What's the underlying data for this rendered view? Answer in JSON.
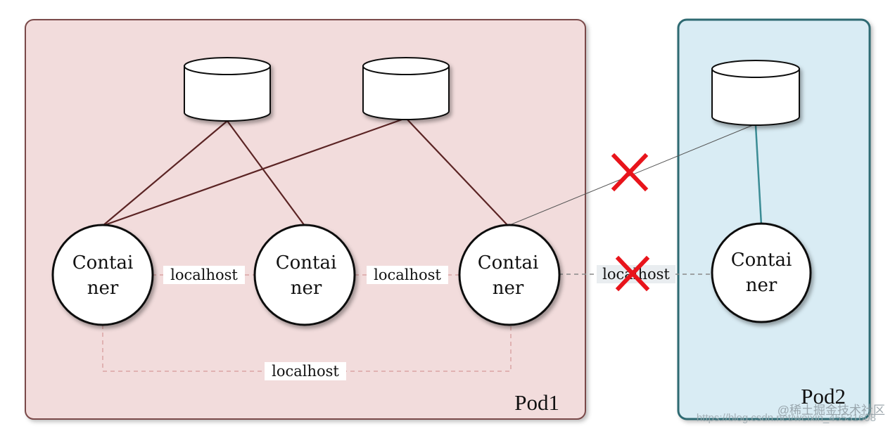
{
  "pod1": {
    "label": "Pod1",
    "fill": "#f2dcdc",
    "stroke": "#7a4a4a"
  },
  "pod2": {
    "label": "Pod2",
    "fill": "#d9ecf4",
    "stroke": "#2f6b72"
  },
  "containers": [
    {
      "line1": "Contai",
      "line2": "ner"
    },
    {
      "line1": "Contai",
      "line2": "ner"
    },
    {
      "line1": "Contai",
      "line2": "ner"
    },
    {
      "line1": "Contai",
      "line2": "ner"
    }
  ],
  "links": {
    "c1_c2": "localhost",
    "c2_c3": "localhost",
    "c3_c4": "localhost",
    "c1_c3": "localhost"
  },
  "colors": {
    "pod1_line": "#5b2424",
    "pod2_line": "#3b8c95",
    "cross": "#e8141b",
    "dashed_pod1": "#d9a3a3",
    "dashed_between": "#8a8a8a"
  },
  "watermark": {
    "url": "https://blog.csdn.net/weixin_45531608",
    "brand": "@稀土掘金技术社区"
  }
}
